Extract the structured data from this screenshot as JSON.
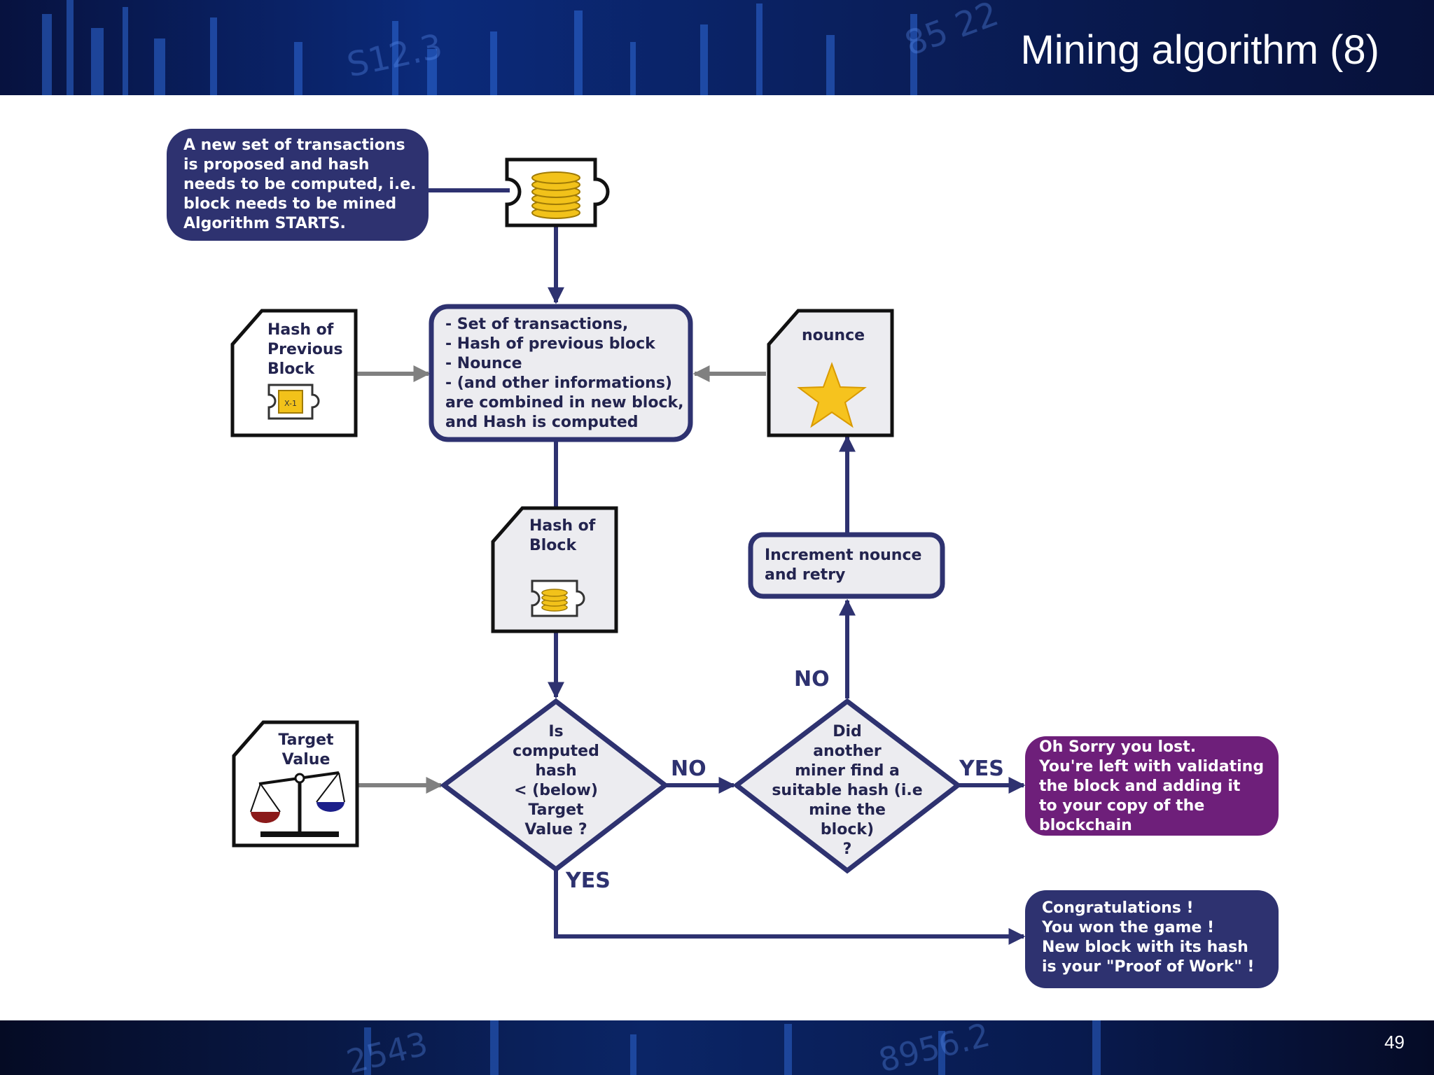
{
  "slide": {
    "title": "Mining algorithm (8)",
    "page_number": "49"
  },
  "colors": {
    "navy": "#2e3270",
    "purple": "#6e1f7a",
    "node_fill": "#ececf0",
    "gray_arrow": "#808080"
  },
  "diagram": {
    "start": [
      "A new set of transactions",
      "is proposed and hash",
      "needs to be computed, i.e.",
      "block needs to be mined",
      "Algorithm STARTS."
    ],
    "prev_hash": [
      "Hash of",
      "Previous",
      "Block"
    ],
    "prev_hash_tag": "X-1",
    "combine": [
      "- Set of transactions,",
      "- Hash of previous block",
      "- Nounce",
      "- (and other informations)",
      "are combined in new block,",
      "and Hash is computed"
    ],
    "nounce": "nounce",
    "block_hash": [
      "Hash of",
      "Block"
    ],
    "increment": [
      "Increment nounce",
      "and retry"
    ],
    "target": [
      "Target",
      "Value"
    ],
    "decision1": [
      "Is",
      "computed",
      "hash",
      "< (below)",
      "Target",
      "Value ?"
    ],
    "decision2": [
      "Did",
      "another",
      "miner find a",
      "suitable hash (i.e",
      "mine the",
      "block)",
      "?"
    ],
    "lost": [
      "Oh Sorry you lost.",
      "You're left with validating",
      "the block and adding it",
      "to your copy of the",
      "blockchain"
    ],
    "won": [
      "Congratulations !",
      "You won the game !",
      "New block with its hash",
      "is your \"Proof of Work\" !"
    ],
    "labels": {
      "no1": "NO",
      "yes1": "YES",
      "no2": "NO",
      "yes2": "YES"
    }
  }
}
